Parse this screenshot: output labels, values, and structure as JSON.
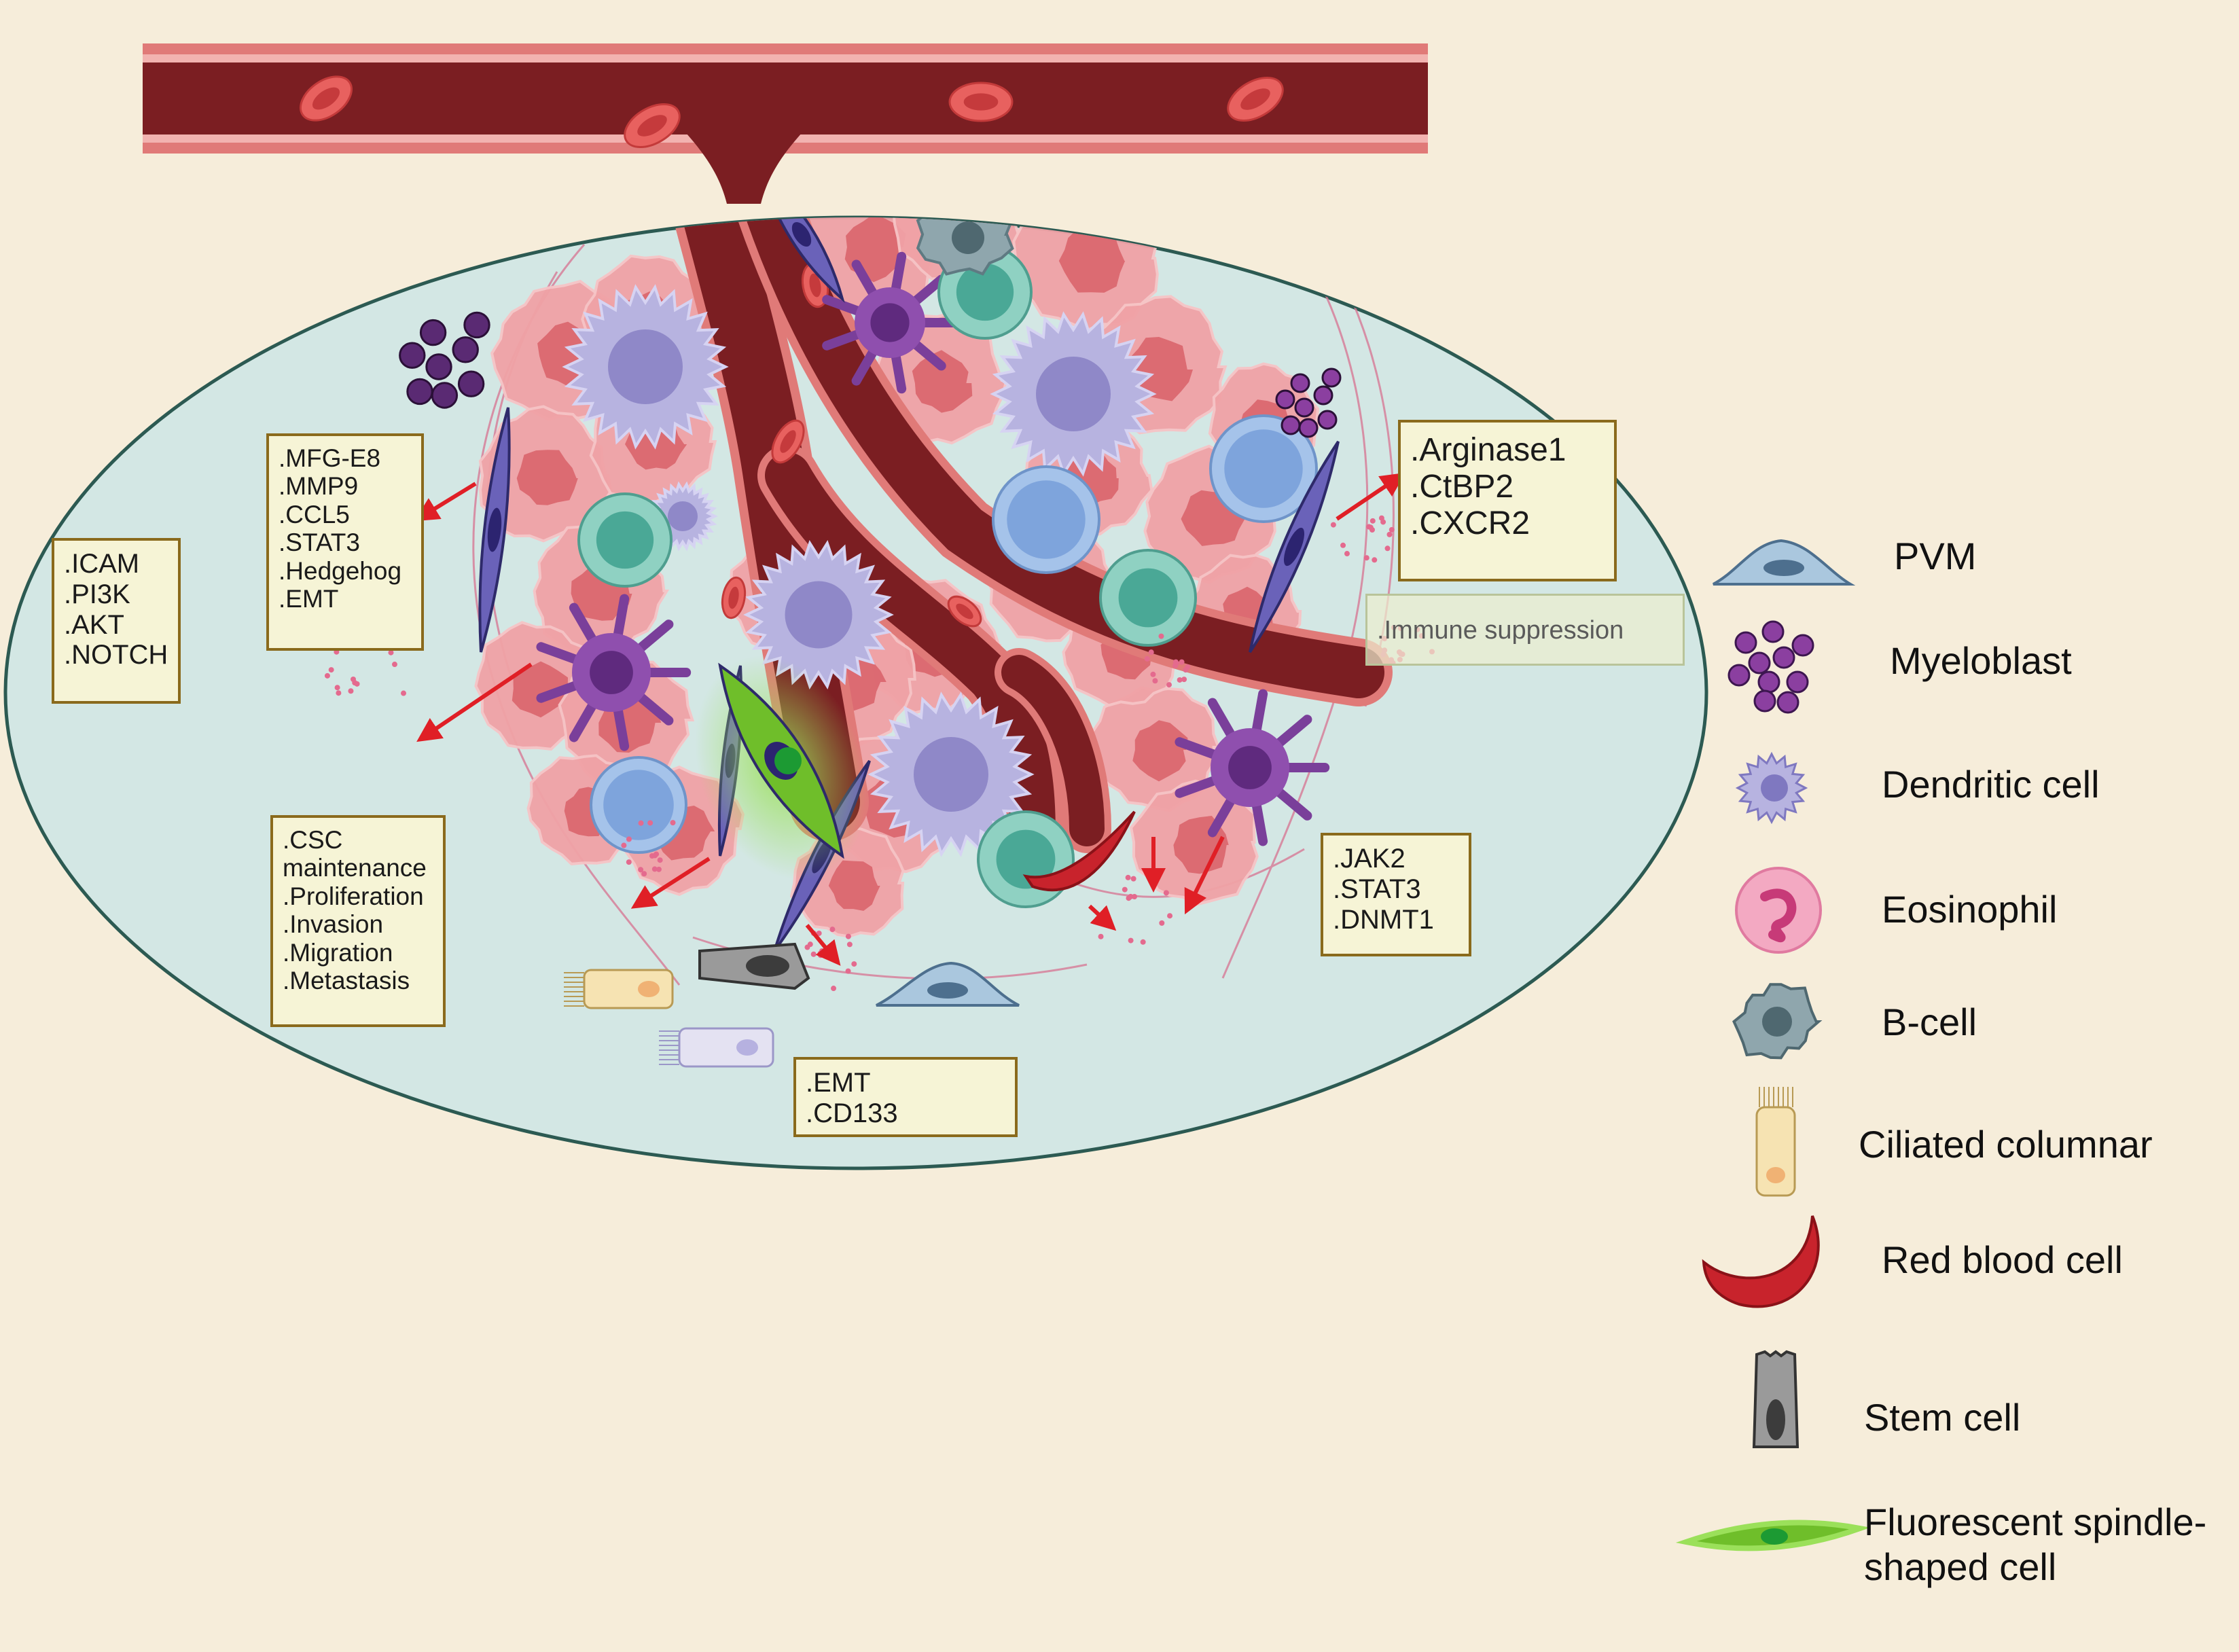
{
  "boxes": {
    "icam": [
      ".ICAM",
      ".PI3K",
      ".AKT",
      ".NOTCH"
    ],
    "mfg": [
      ".MFG-E8",
      ".MMP9",
      ".CCL5",
      ".STAT3",
      ".Hedgehog",
      ".EMT"
    ],
    "csc": [
      ".CSC",
      "maintenance",
      ".Proliferation",
      ".Invasion",
      ".Migration",
      ".Metastasis"
    ],
    "emt": [
      ".EMT",
      ".CD133"
    ],
    "jak": [
      ".JAK2",
      ".STAT3",
      ".DNMT1"
    ],
    "arg": [
      ".Arginase1",
      ".CtBP2",
      ".CXCR2"
    ],
    "immune": ".Immune suppression"
  },
  "legend": [
    {
      "label": "PVM",
      "icon": "pvm-icon"
    },
    {
      "label": "Myeloblast",
      "icon": "myeloblast-icon"
    },
    {
      "label": "Dendritic cell",
      "icon": "dendritic-cell-icon"
    },
    {
      "label": "Eosinophil",
      "icon": "eosinophil-icon"
    },
    {
      "label": "B-cell",
      "icon": "b-cell-icon"
    },
    {
      "label": "Ciliated columnar",
      "icon": "ciliated-columnar-icon"
    },
    {
      "label": "Red blood cell",
      "icon": "red-blood-cell-icon"
    },
    {
      "label": "Stem cell",
      "icon": "stem-cell-icon"
    },
    {
      "label": "Fluorescent spindle-",
      "label2": "shaped cell",
      "icon": "fluorescent-spindle-cell-icon"
    }
  ],
  "colors": {
    "background": "#f6edda",
    "ellipse_fill": "#d3e7e4",
    "ellipse_stroke": "#2c5a52",
    "vessel": "#7b1e22",
    "vessel_wall": "#e07a78",
    "arrow": "#e01f26",
    "box_border": "#8a6a1c",
    "box_fill": "#f6f4d6"
  }
}
